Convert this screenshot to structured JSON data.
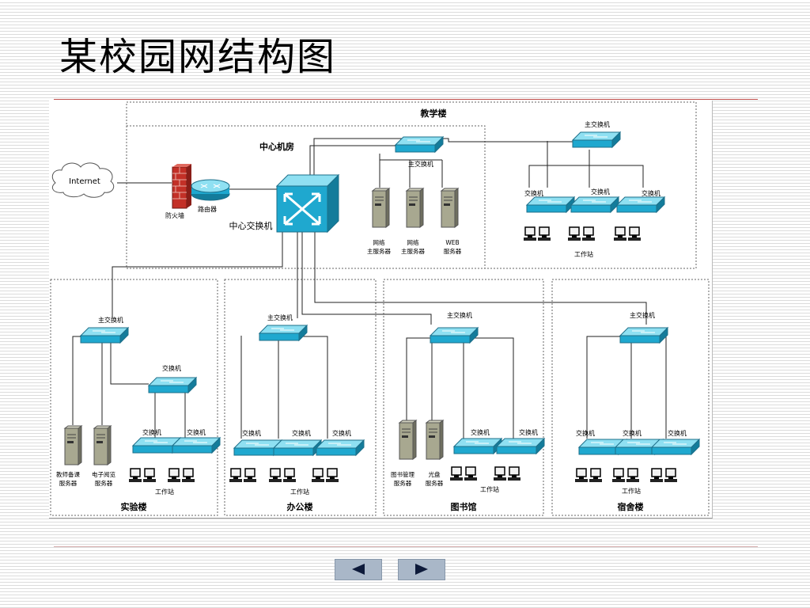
{
  "title": "某校园网结构图",
  "diagram": {
    "zones": {
      "teaching": "教学楼",
      "center": "中心机房",
      "lab": "实验楼",
      "office": "办公楼",
      "library": "图书馆",
      "dorm": "宿舍楼"
    },
    "internet": "Internet",
    "firewall": "防火墙",
    "router": "路由器",
    "core_switch": "中心交换机",
    "main_switch": "主交换机",
    "switch": "交换机",
    "workstation": "工作站",
    "servers": {
      "net_main_1a": "网络",
      "net_main_1b": "主服务器",
      "net_main_2a": "网络",
      "net_main_2b": "主服务器",
      "web_a": "WEB",
      "web_b": "服务器",
      "course_a": "教师备课",
      "course_b": "服务器",
      "ereader_a": "电子阅览",
      "ereader_b": "服务器",
      "libmgmt_a": "图书管理",
      "libmgmt_b": "服务器",
      "cdrom_a": "光盘",
      "cdrom_b": "服务器"
    }
  },
  "nav": {
    "prev_icon": "triangle-left-icon",
    "next_icon": "triangle-right-icon"
  }
}
